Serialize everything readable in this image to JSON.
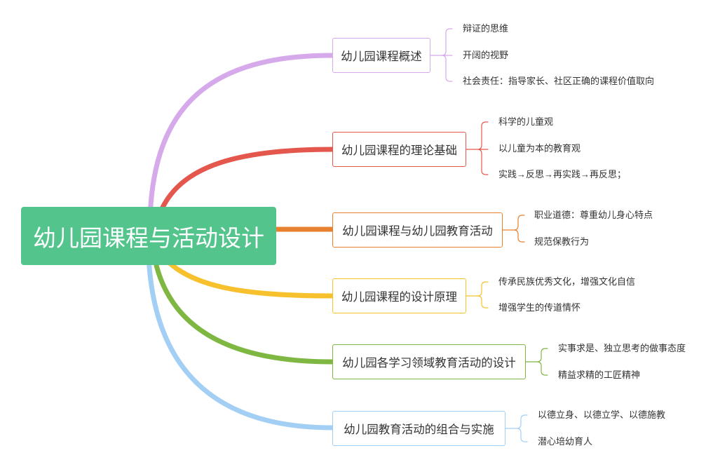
{
  "central": {
    "title": "幼儿园课程与活动设计",
    "color": "#52c48c"
  },
  "branches": [
    {
      "label": "幼儿园课程概述",
      "color": "#d6a9eb",
      "items": [
        "辩证的思维",
        "开阔的视野",
        "社会责任：指导家长、社区正确的课程价值取向"
      ]
    },
    {
      "label": "幼儿园课程的理论基础",
      "color": "#e4574d",
      "items": [
        "科学的儿童观",
        "以儿童为本的教育观",
        "实践→反思→再实践→再反思；"
      ]
    },
    {
      "label": "幼儿园课程与幼儿园教育活动",
      "color": "#e7812f",
      "items": [
        "职业道德：尊重幼儿身心特点",
        "规范保教行为"
      ]
    },
    {
      "label": "幼儿园课程的设计原理",
      "color": "#f7c02d",
      "items": [
        "传承民族优秀文化，增强文化自信",
        "增强学生的传道情怀"
      ]
    },
    {
      "label": "幼儿园各学习领域教育活动的设计",
      "color": "#7fb743",
      "items": [
        "实事求是、独立思考的做事态度",
        "精益求精的工匠精神"
      ]
    },
    {
      "label": "幼儿园教育活动的组合与实施",
      "color": "#a4cff5",
      "items": [
        "以德立身、以德立学、以德施教",
        "潜心培幼育人"
      ]
    }
  ]
}
